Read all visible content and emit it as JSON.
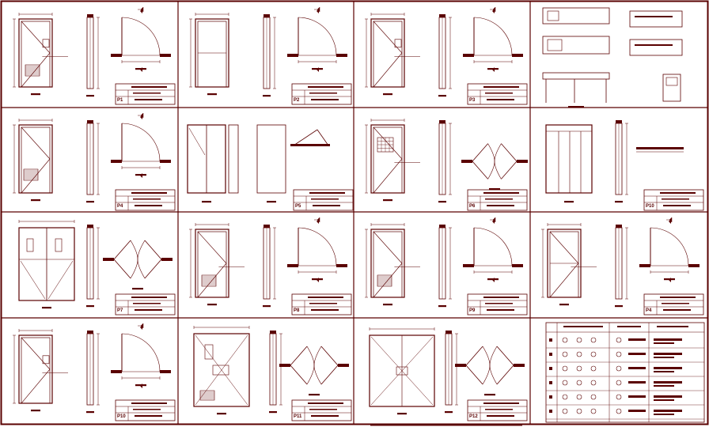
{
  "sheet": {
    "line_color": "#5a0000",
    "background": "#ffffff"
  },
  "panels": [
    {
      "id": "P1",
      "tag": "P1",
      "type": "single-door-louver-notch"
    },
    {
      "id": "P2",
      "tag": "P2",
      "type": "two-panel-door"
    },
    {
      "id": "P3",
      "tag": "P3",
      "type": "single-door-notch"
    },
    {
      "id": "P-counter",
      "tag": "",
      "type": "counter-details"
    },
    {
      "id": "P4",
      "tag": "P4",
      "type": "single-door-louver"
    },
    {
      "id": "P5",
      "tag": "P5",
      "type": "sliding-door"
    },
    {
      "id": "P6",
      "tag": "P6",
      "type": "door-with-grille-double-swing"
    },
    {
      "id": "P10",
      "tag": "P10",
      "type": "multi-panel-door"
    },
    {
      "id": "P7",
      "tag": "P7",
      "type": "double-door-vision-panels"
    },
    {
      "id": "P8",
      "tag": "P8",
      "type": "single-door-louver-bottom"
    },
    {
      "id": "P9",
      "tag": "P9",
      "type": "single-door-louver-bottom"
    },
    {
      "id": "P4b",
      "tag": "P4",
      "type": "single-door-transom"
    },
    {
      "id": "P10b",
      "tag": "P10",
      "type": "single-door-notch"
    },
    {
      "id": "P11",
      "tag": "P11",
      "type": "double-door-vision-louver"
    },
    {
      "id": "P12",
      "tag": "P12",
      "type": "double-door-wide"
    },
    {
      "id": "legend",
      "tag": "",
      "type": "hardware-schedule"
    }
  ],
  "legend": {
    "rows": 6
  }
}
